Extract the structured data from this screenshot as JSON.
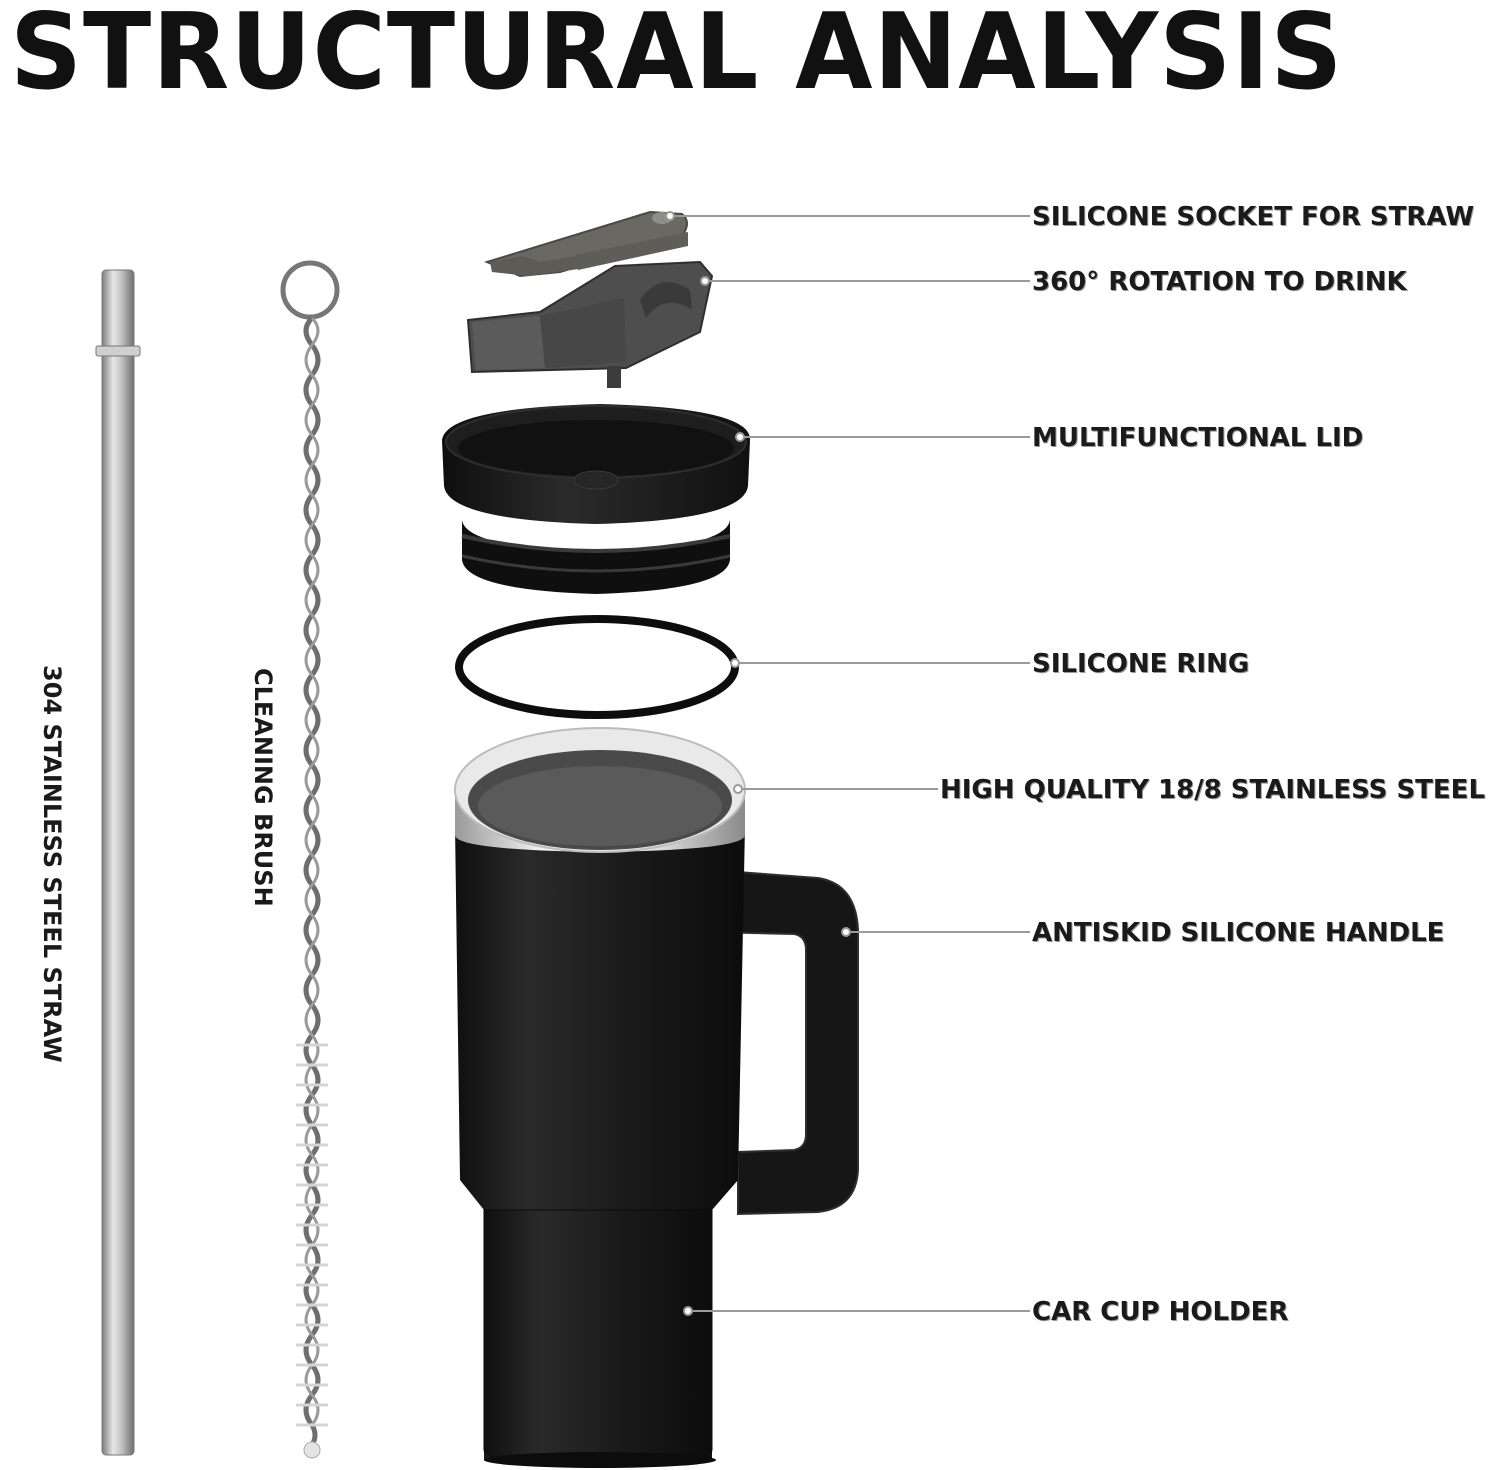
{
  "title": "STRUCTURAL ANALYSIS",
  "labels": {
    "socket": "SILICONE SOCKET FOR STRAW",
    "rotation": "360° ROTATION TO DRINK",
    "lid": "MULTIFUNCTIONAL LID",
    "ring": "SILICONE RING",
    "steel": "HIGH QUALITY 18/8 STAINLESS STEEL",
    "handle": "ANTISKID SILICONE HANDLE",
    "holder": "CAR CUP HOLDER"
  },
  "side_labels": {
    "straw": "304 STAINLESS STEEL STRAW",
    "brush": "CLEANING BRUSH"
  },
  "colors": {
    "tumbler_body": "#1c1c1c",
    "lid": "#151515",
    "socket": "#6a6862",
    "rotating_part": "#4e4e4e",
    "straw": "#b8b8b8",
    "leader_line": "#9a9a9a"
  }
}
